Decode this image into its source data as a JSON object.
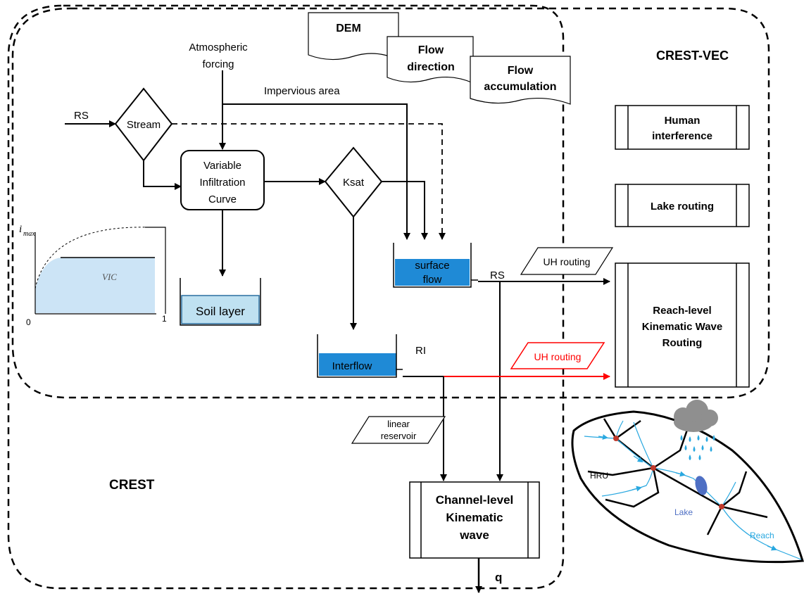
{
  "title": "CREST-VEC",
  "crest_label": "CREST",
  "inputs": {
    "atmo1": "Atmospheric",
    "atmo2": "forcing",
    "rs_in": "RS",
    "impervious": "Impervious area"
  },
  "docs": {
    "dem": "DEM",
    "flowdir1": "Flow",
    "flowdir2": "direction",
    "flowacc1": "Flow",
    "flowacc2": "accumulation"
  },
  "nodes": {
    "stream": "Stream",
    "vic1": "Variable",
    "vic2": "Infiltration",
    "vic3": "Curve",
    "ksat": "Ksat",
    "soil": "Soil layer",
    "surface1": "surface",
    "surface2": "flow",
    "interflow": "Interflow",
    "rs": "RS",
    "ri": "RI",
    "uh1": "UH routing",
    "uh2": "UH routing",
    "linres1": "linear",
    "linres2": "reservoir",
    "channel1": "Channel-level",
    "channel2": "Kinematic",
    "channel3": "wave",
    "q": "q"
  },
  "vec_boxes": {
    "human1": "Human",
    "human2": "interference",
    "lake": "Lake routing",
    "reach1": "Reach-level",
    "reach2": "Kinematic Wave",
    "reach3": "Routing"
  },
  "inset": {
    "imax_i": "i",
    "imax_sub": "max",
    "vic": "VIC",
    "zero": "0",
    "one": "1"
  },
  "basin": {
    "hru": "HRU",
    "lake": "Lake",
    "reach": "Reach"
  },
  "colors": {
    "water_fill": "#1f8ad6",
    "soil_fill": "#bfe1f1",
    "vic_fill": "#cce4f6",
    "red": "#ff0000",
    "river": "#29a8e0",
    "lake": "#4e6fc4"
  }
}
